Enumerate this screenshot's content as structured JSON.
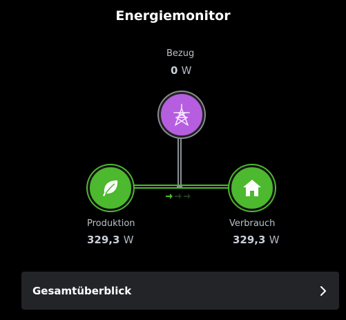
{
  "header": {
    "title": "Energiemonitor"
  },
  "grid": {
    "label": "Bezug",
    "value": "0",
    "unit": "W",
    "icon": "power-tower-icon"
  },
  "production": {
    "label": "Produktion",
    "value": "329,3",
    "unit": "W",
    "icon": "leaf-icon"
  },
  "consumption": {
    "label": "Verbrauch",
    "value": "329,3",
    "unit": "W",
    "icon": "home-icon"
  },
  "overview": {
    "label": "Gesamtüberblick",
    "icon": "chevron-right-icon"
  },
  "colors": {
    "grid": "#b65ee0",
    "solar": "#4cb92e",
    "background": "#000000",
    "card": "#222428"
  }
}
